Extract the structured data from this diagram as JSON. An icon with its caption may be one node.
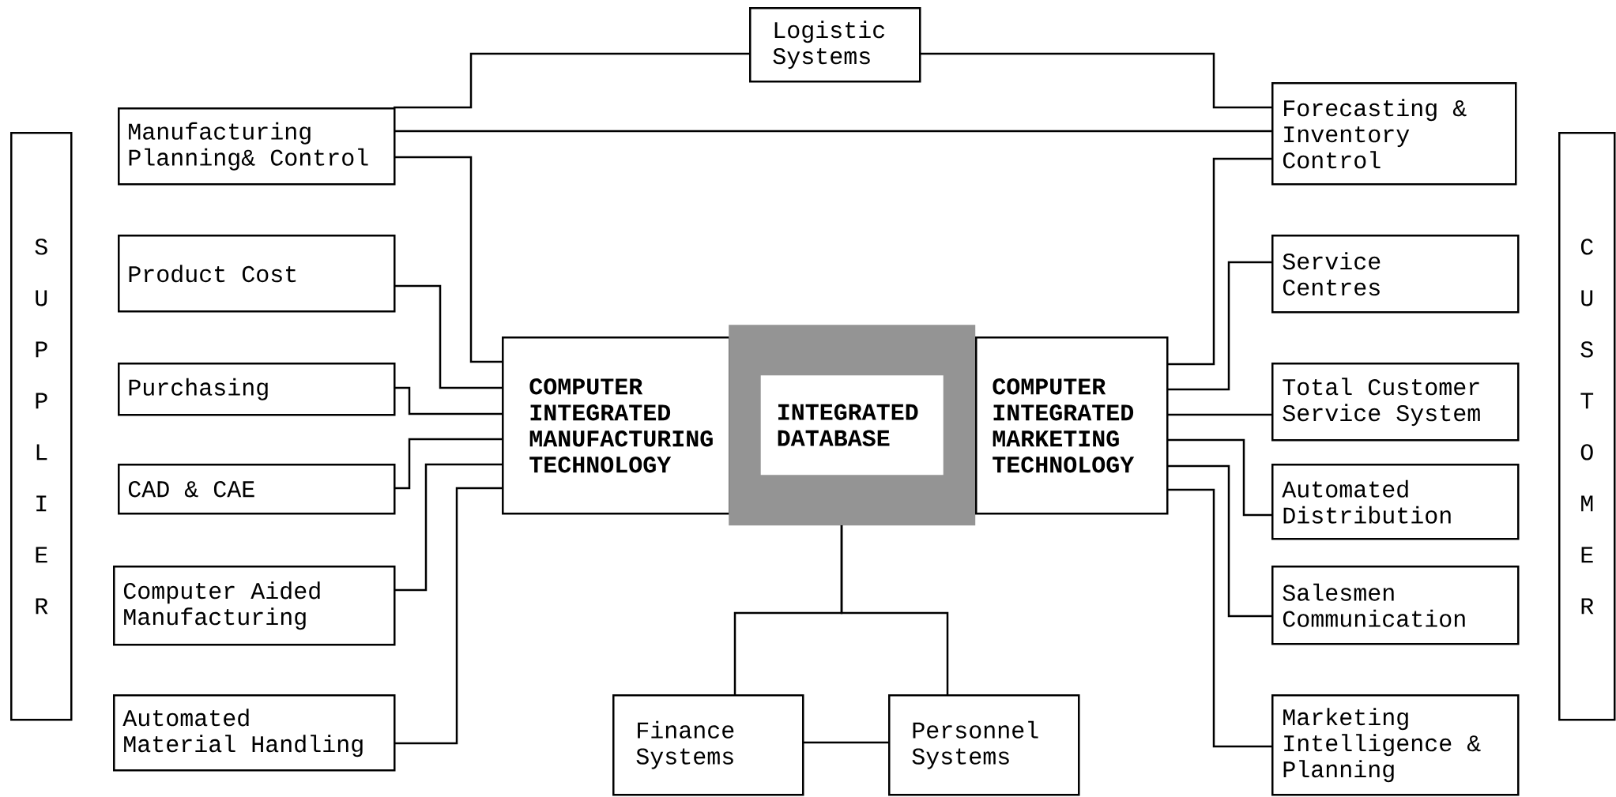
{
  "diagram": {
    "nodes": [
      {
        "text": [
          "S U P P L I E R"
        ]
      },
      {
        "text": [
          "C U S T O M E R"
        ]
      },
      {
        "text": [
          "Logistic Systems"
        ]
      },
      {
        "text": [
          "Manufacturing Planning& Control"
        ]
      },
      {
        "text": [
          "Forecasting & Inventory Control"
        ]
      },
      {
        "text": [
          "Product Cost"
        ]
      },
      {
        "text": [
          "Purchasing"
        ]
      },
      {
        "text": [
          "CAD & CAE"
        ]
      },
      {
        "text": [
          "Computer Aided Manufacturing"
        ]
      },
      {
        "text": [
          "Automated Material Handling"
        ]
      },
      {
        "text": [
          "COMPUTER INTEGRATED MANUFACTURING TECHNOLOGY"
        ]
      },
      {
        "text": [
          "INTEGRATED DATABASE"
        ]
      },
      {
        "text": [
          "COMPUTER INTEGRATED MARKETING TECHNOLOGY"
        ]
      },
      {
        "text": [
          "Service Centres"
        ]
      },
      {
        "text": [
          "Total Customer Service System"
        ]
      },
      {
        "text": [
          "Automated Distribution"
        ]
      },
      {
        "text": [
          "Salesmen Communication"
        ]
      },
      {
        "text": [
          "Marketing Intelligence & Planning"
        ]
      },
      {
        "text": [
          "Finance Systems"
        ]
      },
      {
        "text": [
          "Personnel Systems"
        ]
      }
    ],
    "edges": [
      {
        "from": 2,
        "to": 3,
        "arrow": "none"
      },
      {
        "from": 3,
        "to": 4,
        "arrow": "none"
      },
      {
        "from": 3,
        "to": 10,
        "arrow": "none"
      },
      {
        "from": 2,
        "to": 4,
        "arrow": "none"
      },
      {
        "from": 4,
        "to": 12,
        "arrow": "none"
      },
      {
        "from": 13,
        "to": 12,
        "arrow": "none"
      },
      {
        "from": 14,
        "to": 12,
        "arrow": "none"
      },
      {
        "from": 15,
        "to": 12,
        "arrow": "none"
      },
      {
        "from": 16,
        "to": 12,
        "arrow": "none"
      },
      {
        "from": 17,
        "to": 12,
        "arrow": "none"
      },
      {
        "from": 5,
        "to": 10,
        "arrow": "none"
      },
      {
        "from": 6,
        "to": 10,
        "arrow": "none"
      },
      {
        "from": 7,
        "to": 10,
        "arrow": "none"
      },
      {
        "from": 8,
        "to": 10,
        "arrow": "none"
      },
      {
        "from": 9,
        "to": 10,
        "arrow": "none"
      },
      {
        "from": 11,
        "to": 18,
        "arrow": "none"
      },
      {
        "from": 11,
        "to": 19,
        "arrow": "none"
      },
      {
        "from": 18,
        "to": 19,
        "arrow": "none"
      }
    ]
  }
}
